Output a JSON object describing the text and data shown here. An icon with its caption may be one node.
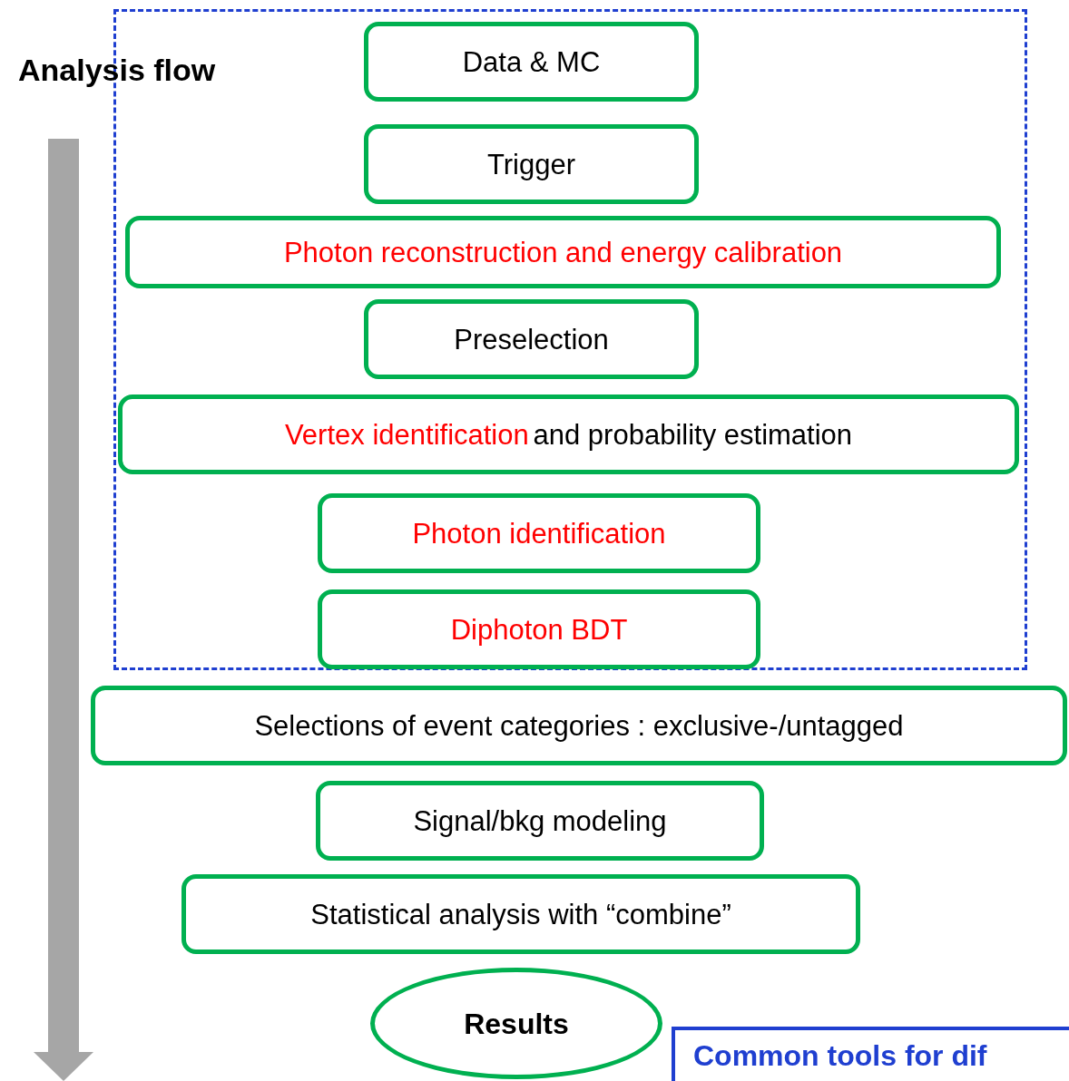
{
  "diagram": {
    "title": "Analysis flow",
    "nodes": [
      {
        "text": [],
        "shape": "box"
      },
      {
        "text": [
          "Data & MC"
        ],
        "in": 0
      },
      {
        "text": [
          "Trigger"
        ],
        "in": 0
      },
      {
        "text": [
          "Photon reconstruction and energy calibration"
        ],
        "in": 0
      },
      {
        "text": [
          "Preselection"
        ],
        "in": 0
      },
      {
        "text": [
          "Vertex identification",
          "and probability estimation"
        ],
        "in": 0
      },
      {
        "text": [
          "Photon identification"
        ],
        "in": 0
      },
      {
        "text": [
          "Diphoton BDT"
        ],
        "in": 0
      },
      {
        "text": [
          "Selections of event categories : exclusive-/untagged"
        ]
      },
      {
        "text": [
          "Signal/bkg modeling"
        ]
      },
      {
        "text": [
          "Statistical analysis with “combine”"
        ]
      },
      {
        "text": [
          "Results"
        ]
      },
      {
        "text": [
          "Common tools for dif"
        ]
      }
    ]
  }
}
